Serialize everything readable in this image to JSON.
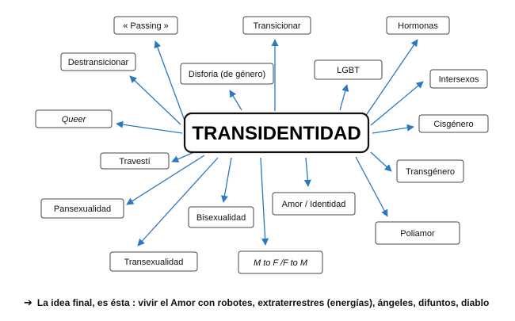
{
  "center": {
    "label": "TRANSIDENTIDAD"
  },
  "nodes": [
    {
      "id": "passing",
      "label": "« Passing »",
      "italic": false
    },
    {
      "id": "transicionar",
      "label": "Transicionar",
      "italic": false
    },
    {
      "id": "hormonas",
      "label": "Hormonas",
      "italic": false
    },
    {
      "id": "destransicionar",
      "label": "Destransicionar",
      "italic": false
    },
    {
      "id": "disforia",
      "label": "Disforia  (de género)",
      "italic": false
    },
    {
      "id": "lgbt",
      "label": "LGBT",
      "italic": false
    },
    {
      "id": "intersexos",
      "label": "Intersexos",
      "italic": false
    },
    {
      "id": "queer",
      "label": "Queer",
      "italic": true
    },
    {
      "id": "cisgenero",
      "label": "Cisgénero",
      "italic": false
    },
    {
      "id": "travesti",
      "label": "Travestí",
      "italic": false
    },
    {
      "id": "transgenero",
      "label": "Transgénero",
      "italic": false
    },
    {
      "id": "amor",
      "label": "Amor / Identidad",
      "italic": false
    },
    {
      "id": "pansexualidad",
      "label": "Pansexualidad",
      "italic": false
    },
    {
      "id": "bisexualidad",
      "label": "Bisexualidad",
      "italic": false
    },
    {
      "id": "poliamor",
      "label": "Poliamor",
      "italic": false
    },
    {
      "id": "transexualidad",
      "label": "Transexualidad",
      "italic": false
    },
    {
      "id": "mtof",
      "label": "M to F /F to M",
      "italic": true
    }
  ],
  "footer": {
    "text": "La idea final, es ésta : vivir el Amor con robotes, extraterrestres (energías), ángeles, difuntos, diablo"
  },
  "colors": {
    "arrow": "#2b78c2",
    "border": "#444444",
    "center_border": "#111111"
  }
}
